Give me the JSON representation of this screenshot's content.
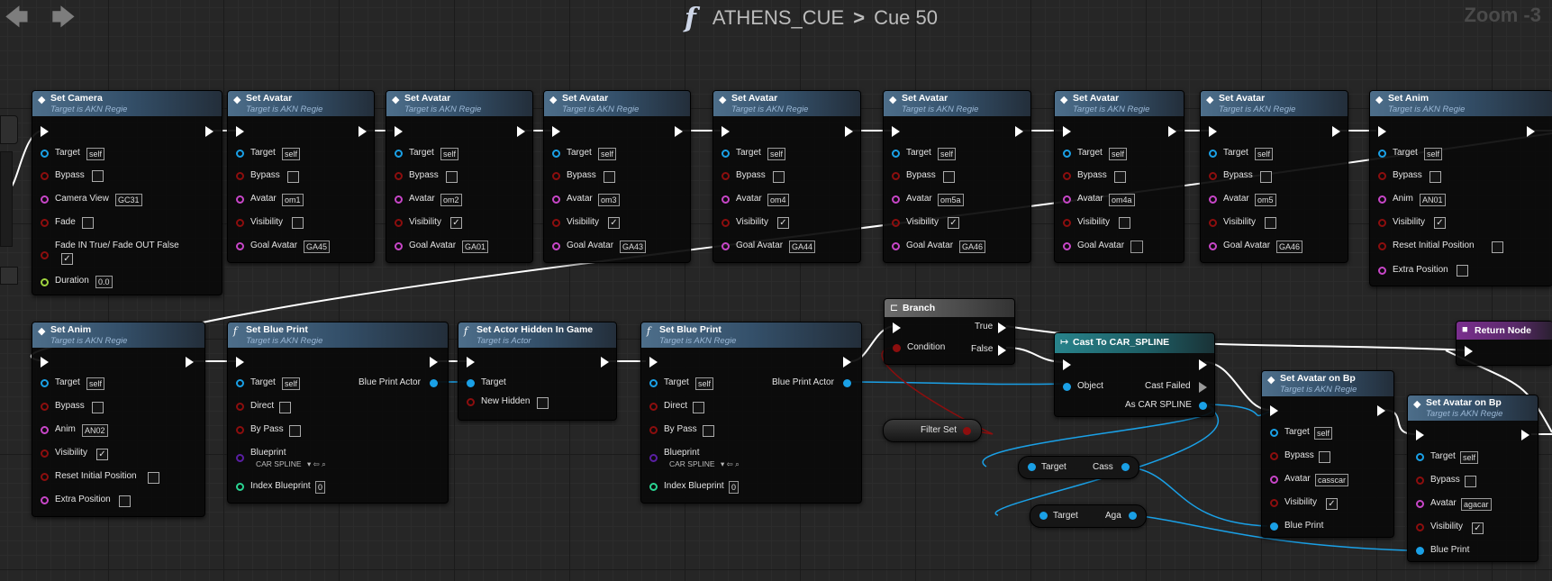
{
  "topbar": {
    "back": "🡄",
    "forward": "🡆",
    "func_icon": "f",
    "crumb_root": "ATHENS_CUE",
    "crumb_sep": ">",
    "crumb_cue": "Cue 50",
    "zoom": "Zoom -3"
  },
  "colors": {
    "exec": "#ffffff",
    "object_pin": "#1aa0e6",
    "bool_pin": "#8c0e0e",
    "name_pin": "#c846c8",
    "int_pin": "#2ad492",
    "float_pin": "#9fd33f",
    "class_pin": "#5a1fa3",
    "return_header": "#7a2e8e"
  },
  "nodes": {
    "set_camera": {
      "title": "Set Camera",
      "target": "Target is AKN Regie",
      "rows": {
        "target": "Target",
        "target_v": "self",
        "bypass": "Bypass",
        "camview": "Camera View",
        "camview_v": "GC31",
        "fade": "Fade",
        "fadeio": "Fade IN True/ Fade OUT False",
        "duration": "Duration",
        "duration_v": "0.0"
      }
    },
    "set_avatar_1": {
      "title": "Set Avatar",
      "target": "Target is AKN Regie",
      "target_l": "Target",
      "target_v": "self",
      "bypass": "Bypass",
      "avatar": "Avatar",
      "avatar_v": "om1",
      "visibility": "Visibility",
      "goal": "Goal Avatar",
      "goal_v": "GA45"
    },
    "set_avatar_2": {
      "title": "Set Avatar",
      "target": "Target is AKN Regie",
      "target_l": "Target",
      "target_v": "self",
      "bypass": "Bypass",
      "avatar": "Avatar",
      "avatar_v": "om2",
      "visibility": "Visibility",
      "goal": "Goal Avatar",
      "goal_v": "GA01"
    },
    "set_avatar_3": {
      "title": "Set Avatar",
      "target": "Target is AKN Regie",
      "target_l": "Target",
      "target_v": "self",
      "bypass": "Bypass",
      "avatar": "Avatar",
      "avatar_v": "om3",
      "visibility": "Visibility",
      "goal": "Goal Avatar",
      "goal_v": "GA43"
    },
    "set_avatar_4": {
      "title": "Set Avatar",
      "target": "Target is AKN Regie",
      "target_l": "Target",
      "target_v": "self",
      "bypass": "Bypass",
      "avatar": "Avatar",
      "avatar_v": "om4",
      "visibility": "Visibility",
      "goal": "Goal Avatar",
      "goal_v": "GA44"
    },
    "set_avatar_5": {
      "title": "Set Avatar",
      "target": "Target is AKN Regie",
      "target_l": "Target",
      "target_v": "self",
      "bypass": "Bypass",
      "avatar": "Avatar",
      "avatar_v": "om5a",
      "visibility": "Visibility",
      "goal": "Goal Avatar",
      "goal_v": "GA46"
    },
    "set_avatar_6": {
      "title": "Set Avatar",
      "target": "Target is AKN Regie",
      "target_l": "Target",
      "target_v": "self",
      "bypass": "Bypass",
      "avatar": "Avatar",
      "avatar_v": "om4a",
      "visibility": "Visibility",
      "goal": "Goal Avatar",
      "goal_v": ""
    },
    "set_avatar_7": {
      "title": "Set Avatar",
      "target": "Target is AKN Regie",
      "target_l": "Target",
      "target_v": "self",
      "bypass": "Bypass",
      "avatar": "Avatar",
      "avatar_v": "om5",
      "visibility": "Visibility",
      "goal": "Goal Avatar",
      "goal_v": "GA46"
    },
    "set_anim_1": {
      "title": "Set Anim",
      "target": "Target is AKN Regie",
      "target_l": "Target",
      "target_v": "self",
      "bypass": "Bypass",
      "anim": "Anim",
      "anim_v": "AN01",
      "visibility": "Visibility",
      "reset": "Reset Initial Position",
      "extra": "Extra Position"
    },
    "set_anim_2": {
      "title": "Set Anim",
      "target": "Target is AKN Regie",
      "target_l": "Target",
      "target_v": "self",
      "bypass": "Bypass",
      "anim": "Anim",
      "anim_v": "AN02",
      "visibility": "Visibility",
      "reset": "Reset Initial Position",
      "extra": "Extra Position"
    },
    "set_blueprint_1": {
      "title": "Set Blue Print",
      "target": "Target is AKN Regie",
      "target_l": "Target",
      "target_v": "self",
      "direct": "Direct",
      "bypass": "By Pass",
      "blueprint": "Blueprint",
      "blueprint_v": "CAR SPLINE",
      "index": "Index Blueprint",
      "index_v": "0",
      "out": "Blue Print Actor"
    },
    "set_actor_hidden": {
      "title": "Set Actor Hidden In Game",
      "target": "Target is Actor",
      "target_l": "Target",
      "new_hidden": "New Hidden"
    },
    "set_blueprint_2": {
      "title": "Set Blue Print",
      "target": "Target is AKN Regie",
      "target_l": "Target",
      "target_v": "self",
      "direct": "Direct",
      "bypass": "By Pass",
      "blueprint": "Blueprint",
      "blueprint_v": "CAR SPLINE",
      "index": "Index Blueprint",
      "index_v": "0",
      "out": "Blue Print Actor"
    },
    "branch": {
      "title": "Branch",
      "true_l": "True",
      "false_l": "False",
      "condition": "Condition"
    },
    "filter_set": {
      "label": "Filter Set"
    },
    "cast": {
      "title": "Cast To CAR_SPLINE",
      "object": "Object",
      "failed": "Cast Failed",
      "as": "As CAR SPLINE"
    },
    "get_cass": {
      "target": "Target",
      "out": "Cass"
    },
    "get_aga": {
      "target": "Target",
      "out": "Aga"
    },
    "set_avatar_bp_1": {
      "title": "Set Avatar on Bp",
      "target": "Target is AKN Regie",
      "target_l": "Target",
      "target_v": "self",
      "bypass": "Bypass",
      "avatar": "Avatar",
      "avatar_v": "casscar",
      "visibility": "Visibility",
      "bp": "Blue Print"
    },
    "set_avatar_bp_2": {
      "title": "Set Avatar on Bp",
      "target": "Target is AKN Regie",
      "target_l": "Target",
      "target_v": "self",
      "bypass": "Bypass",
      "avatar": "Avatar",
      "avatar_v": "agacar",
      "visibility": "Visibility",
      "bp": "Blue Print"
    },
    "return_node": {
      "title": "Return Node"
    }
  }
}
